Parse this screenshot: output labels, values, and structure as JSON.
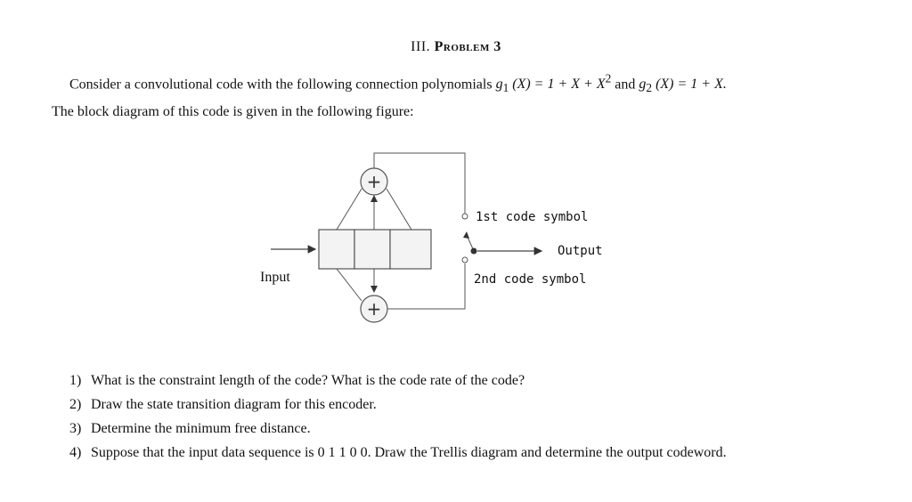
{
  "section": {
    "numeral": "III.",
    "title": "Problem 3"
  },
  "intro": {
    "text_before": "Consider a convolutional code with the following connection polynomials ",
    "g1_label": "g",
    "g1_sub": "1",
    "g1_expr": " (X) = 1 + X + X",
    "g1_sup": "2",
    "and_text": " and ",
    "g2_label": "g",
    "g2_sub": "2",
    "g2_expr": " (X) = 1 + X.",
    "line2": "The block diagram of this code is given in the following figure:"
  },
  "diagram": {
    "adder_symbol": "+",
    "input_label": "Input",
    "first_symbol_label": "1st code symbol",
    "output_label": "Output",
    "second_symbol_label": "2nd code symbol"
  },
  "questions": [
    {
      "number": "1)",
      "text": "What is the constraint length of the code? What is the code rate of the code?"
    },
    {
      "number": "2)",
      "text": "Draw the state transition diagram for this encoder."
    },
    {
      "number": "3)",
      "text": "Determine the minimum free distance."
    },
    {
      "number": "4)",
      "text": "Suppose that the input data sequence is 0 1 1 0 0. Draw the Trellis diagram and determine the output codeword."
    }
  ]
}
